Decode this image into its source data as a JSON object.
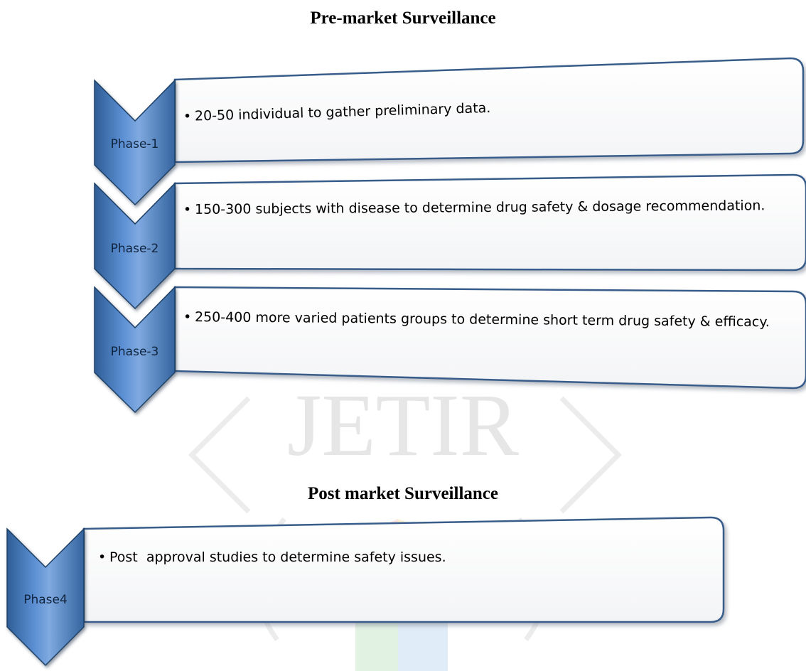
{
  "headings": {
    "pre_market": "Pre-market Surveillance",
    "post_market": "Post market Surveillance"
  },
  "watermark": {
    "text": "JETIR"
  },
  "phases": [
    {
      "label": "Phase-1",
      "text": "20-50 individual to gather preliminary data."
    },
    {
      "label": "Phase-2",
      "text": "150-300 subjects with disease to determine drug safety & dosage recommendation."
    },
    {
      "label": "Phase-3",
      "text": "250-400 more varied patients groups to determine short term drug safety & efficacy."
    },
    {
      "label": "Phase4",
      "text": "Post  approval studies to determine safety issues."
    }
  ],
  "bullet": "•",
  "colors": {
    "chevron_fill": "#5b8fd3",
    "chevron_dark": "#1f3f66",
    "chevron_light": "#a9c6ec",
    "box_fill": "#ffffff",
    "box_border": "#385d8a",
    "box_shadow": "#9aa4b0",
    "text": "#000000",
    "watermark": "#e9e9e9"
  }
}
